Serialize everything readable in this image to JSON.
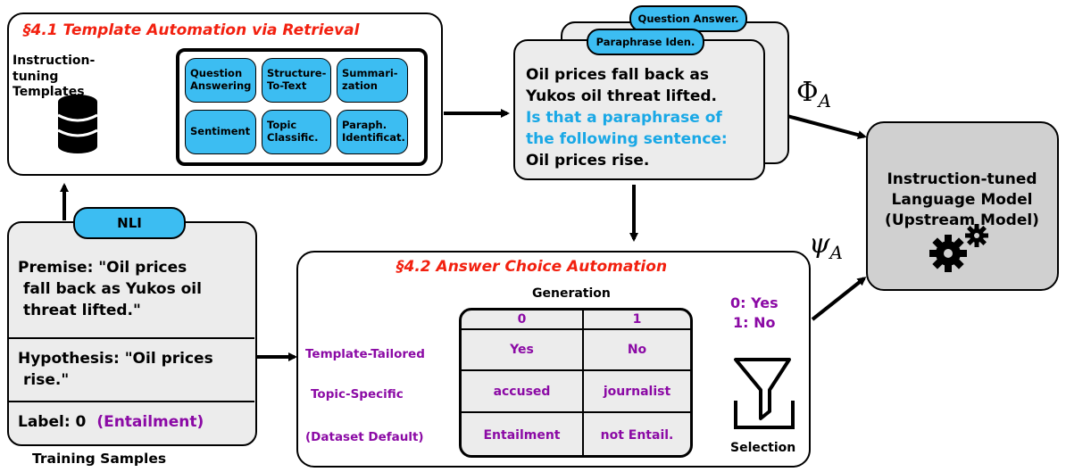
{
  "section41": {
    "title": "§4.1 Template Automation via Retrieval",
    "templates_label": "Instruction-tuning Templates",
    "templates": [
      "Question Answering",
      "Structure-To-Text",
      "Summari-zation",
      "Sentiment",
      "Topic Classific.",
      "Paraph. Identificat."
    ]
  },
  "prompt_card": {
    "back_tab": "Question Answer.",
    "front_tab": "Paraphrase Iden.",
    "line1": "Oil prices fall back as",
    "line2": "Yukos oil threat lifted.",
    "line3": "Is that a paraphrase of",
    "line4": "the following sentence:",
    "line5": "Oil prices rise."
  },
  "math_labels": {
    "phi": "Φ",
    "phi_sub": "A",
    "psi": "ψ",
    "psi_sub": "A"
  },
  "model_box": {
    "line1": "Instruction-tuned",
    "line2": "Language Model",
    "line3": "(Upstream Model)"
  },
  "training_samples": {
    "tag": "NLI",
    "premise_l1": "Premise: \"Oil prices",
    "premise_l2": "fall back as Yukos oil",
    "premise_l3": "threat lifted.\"",
    "hypothesis_l1": "Hypothesis: \"Oil prices",
    "hypothesis_l2": "rise.\"",
    "label_text": "Label: 0",
    "label_name": "(Entailment)",
    "caption": "Training Samples"
  },
  "section42": {
    "title": "§4.2 Answer Choice Automation",
    "generation_label": "Generation",
    "col_headers": [
      "0",
      "1"
    ],
    "row_labels": [
      "Template-Tailored",
      "Topic-Specific",
      "(Dataset Default)"
    ],
    "rows": [
      [
        "Yes",
        "No"
      ],
      [
        "accused",
        "journalist"
      ],
      [
        "Entailment",
        "not Entail."
      ]
    ],
    "mapping_l1": "0: Yes",
    "mapping_l2": "1: No",
    "selection_label": "Selection"
  },
  "colors": {
    "accent_blue": "#3cbdf2",
    "title_red": "#f2200f",
    "purple": "#8b0aa5",
    "panel_gray": "#ececec",
    "model_gray": "#d0d0d0"
  }
}
